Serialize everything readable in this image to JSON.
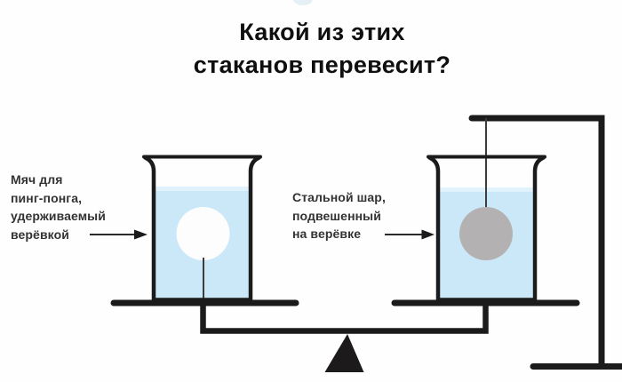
{
  "title": {
    "line1": "Какой из этих",
    "line2": "стаканов перевесит?"
  },
  "labels": {
    "ping_pong": {
      "lines": [
        "Мяч для",
        "пинг-понга,",
        "удерживаемый",
        "верёвкой"
      ]
    },
    "steel": {
      "lines": [
        "Стальной шар,",
        "подвешенный",
        "на верёвке"
      ]
    }
  },
  "colors": {
    "background": "#fefefe",
    "water": "#cbe8f8",
    "water_surface": "#e0f2fb",
    "ping_pong_ball": "#fdfdfe",
    "steel_ball": "#b4b1b3",
    "outline": "#1b1b1b",
    "string": "#3c3c3c",
    "title_text": "#0f0f0f",
    "label_text": "#333333",
    "top_smudge": "#cfe4ef"
  }
}
